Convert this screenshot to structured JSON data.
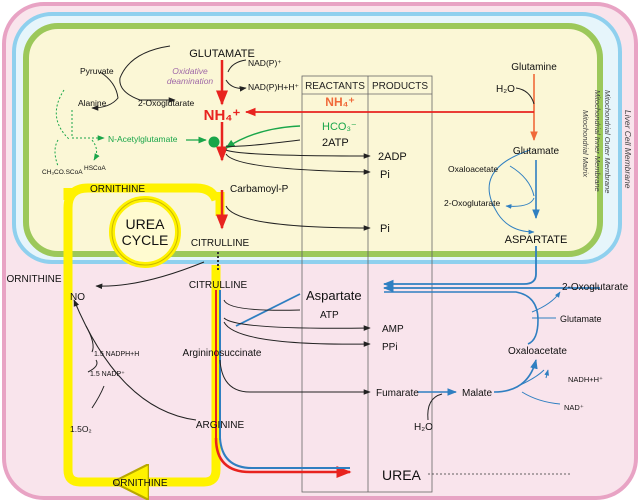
{
  "compartments": {
    "liver_cell_membrane": "Liver Cell Membrane",
    "outer_membrane": "Mitochondrial Outer Membrane",
    "inner_membrane": "Mitochondrial Inner Membrane",
    "matrix": "Mitochondrial Matrix"
  },
  "table": {
    "reactants_header": "REACTANTS",
    "products_header": "PRODUCTS"
  },
  "cycle_label": [
    "UREA",
    "CYCLE"
  ],
  "metabolites": {
    "glutamate": "GLUTAMATE",
    "nadp_plus": "NAD(P)⁺",
    "nadph": "NAD(P)H+H⁺",
    "oxidative_deamination": [
      "Oxidative",
      "deamination"
    ],
    "pyruvate": "Pyruvate",
    "alanine": "Alanine",
    "oxoglutarate_matrix": "2-Oxoglutarate",
    "nh4_main": "NH₄⁺",
    "nh4_reactant": "NH₄⁺",
    "hco3": "HCO₃⁻",
    "two_atp": "2ATP",
    "two_adp": "2ADP",
    "pi_1": "Pi",
    "pi_2": "Pi",
    "n_acetylglutamate": "N-Acetylglutamate",
    "acetyl_coa": "CH₃CO.SCoA",
    "hscoa": "HSCoA",
    "carbamoyl_p": "Carbamoyl-P",
    "ornithine_matrix": "ORNITHINE",
    "citrulline_matrix": "CITRULLINE",
    "glutamine": "Glutamine",
    "h2o_glutamine": "H₂O",
    "glutamate_right": "Glutamate",
    "oxaloacetate_matrix": "Oxaloacetate",
    "oxoglutarate_matrix_right": "2-Oxoglutarate",
    "aspartate_matrix": "ASPARTATE",
    "ornithine_cytosol_left": "ORNITHINE",
    "no": "NO",
    "nadph_1_5": "1.5 NADPH+H",
    "nadp_1_5": "1.5 NADP⁺",
    "o2_1_5": "1.5O₂",
    "citrulline_cytosol": "CITRULLINE",
    "aspartate_cytosol": "Aspartate",
    "atp": "ATP",
    "amp": "AMP",
    "ppi": "PPi",
    "argininosuccinate": "Argininosuccinate",
    "fumarate": "Fumarate",
    "malate": "Malate",
    "h2o_malate": "H₂O",
    "arginine": "ARGININE",
    "ornithine_cytosol_bottom": "ORNITHINE",
    "urea": "UREA",
    "oxoglutarate_cytosol": "2-Oxoglutarate",
    "glutamate_cytosol": "Glutamate",
    "oxaloacetate_cytosol": "Oxaloacetate",
    "nadh": "NADH+H⁺",
    "nad_plus": "NAD⁺"
  },
  "colors": {
    "cell_membrane": "#e8a3c4",
    "cytosol": "#f9e4ec",
    "outer_membrane": "#8fd0ee",
    "inner_membrane": "#9cc85a",
    "matrix": "#fbf7d6",
    "cycle_yellow": "#fff200",
    "nh4_red": "#e8231f",
    "aspartate_blue": "#2f7fc1",
    "glutamine_orange": "#f06a3a",
    "green_arrow": "#1aa64a",
    "oxidative_purple": "#a06aa8"
  }
}
